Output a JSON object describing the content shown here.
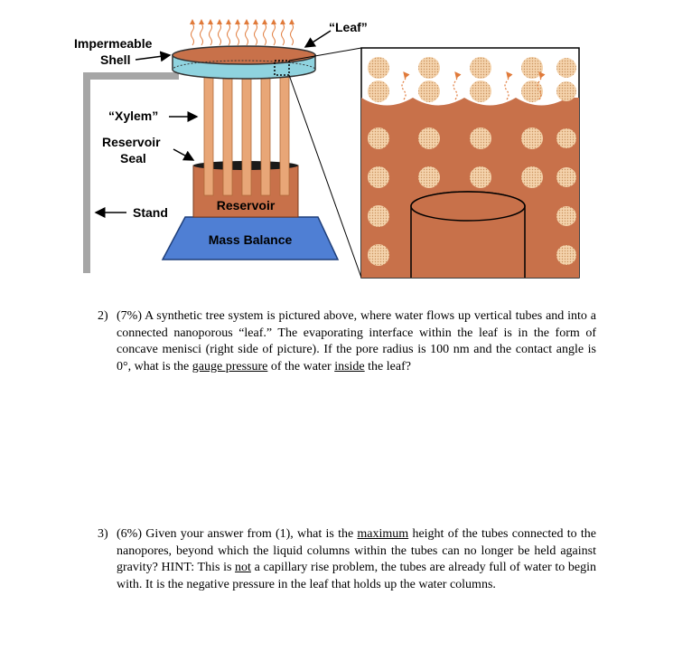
{
  "figure": {
    "labels": {
      "impermeable_line1": "Impermeable",
      "impermeable_line2": "Shell",
      "leaf": "“Leaf”",
      "xylem": "“Xylem”",
      "reservoir_seal_line1": "Reservoir",
      "reservoir_seal_line2": "Seal",
      "stand": "Stand",
      "reservoir": "Reservoir",
      "mass_balance": "Mass Balance"
    },
    "colors": {
      "water": "#c8714a",
      "tube": "#e8a677",
      "shell": "#8fd3df",
      "balance": "#4f7fd4",
      "stand": "#a6a6a6",
      "vapor_arrow": "#e07a3a",
      "pore": "#f2c89a"
    }
  },
  "problem2": {
    "number": "2)",
    "part1": "(7%) A synthetic tree system is pictured above, where water flows up vertical tubes and into a connected nanoporous “leaf.” The evaporating interface within the leaf is in the form of concave menisci (right side of picture). If the pore radius is 100 nm and the contact angle is 0°, what is the ",
    "underline1": "gauge pressure",
    "part2": " of the water ",
    "underline2": "inside",
    "part3": " the leaf?"
  },
  "problem3": {
    "number": "3)",
    "part1": "(6%) Given your answer from (1), what is the ",
    "underline1": "maximum",
    "part2": " height of the tubes connected to the nanopores, beyond which the liquid columns within the tubes can no longer be held against gravity? HINT: This is ",
    "underline2": "not",
    "part3": " a capillary rise problem, the tubes are already full of water to begin with. It is the negative pressure in the leaf that holds up the water columns."
  }
}
